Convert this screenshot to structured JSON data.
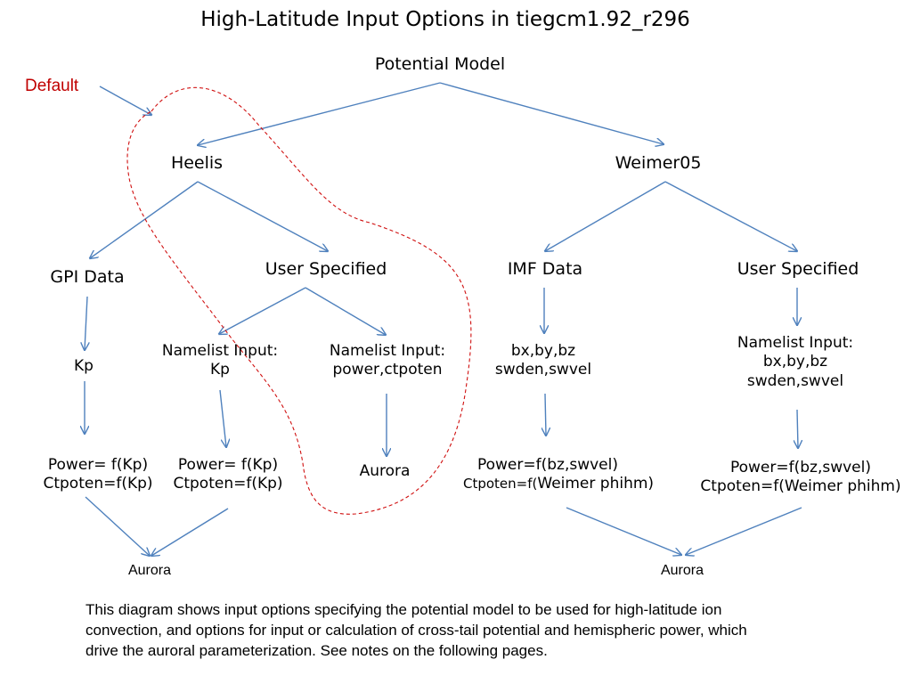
{
  "title": "High-Latitude Input Options in tiegcm1.92_r296",
  "default_label": "Default",
  "root": "Potential Model",
  "heelis": {
    "label": "Heelis",
    "gpi": {
      "label": "GPI Data",
      "input": "Kp",
      "power": "Power= f(Kp)",
      "ctpoten": "Ctpoten=f(Kp)",
      "aurora": "Aurora"
    },
    "user": {
      "label": "User Specified",
      "kp": {
        "line1": "Namelist Input:",
        "line2": "Kp",
        "power": "Power= f(Kp)",
        "ctpoten": "Ctpoten=f(Kp)"
      },
      "power": {
        "line1": "Namelist Input:",
        "line2": "power,ctpoten",
        "aurora": "Aurora"
      }
    }
  },
  "weimer": {
    "label": "Weimer05",
    "imf": {
      "label": "IMF Data",
      "line1": "bx,by,bz",
      "line2": "swden,swvel",
      "power": "Power=f(bz,swvel)",
      "ctpoten_prefix": "Ctpoten=f(",
      "ctpoten_rest": "Weimer phihm)"
    },
    "user": {
      "label": "User Specified",
      "line1": "Namelist Input:",
      "line2": "bx,by,bz",
      "line3": "swden,swvel",
      "power": "Power=f(bz,swvel)",
      "ctpoten": "Ctpoten=f(Weimer phihm)"
    },
    "aurora": "Aurora"
  },
  "caption": "This diagram shows input options specifying the potential model to be used for  high-latitude ion convection, and options for input or calculation of cross-tail potential and hemispheric power, which drive the auroral parameterization. See notes on the following pages.",
  "colors": {
    "arrow": "#4f81bd",
    "default": "#c00000",
    "dashed": "#d01010"
  }
}
